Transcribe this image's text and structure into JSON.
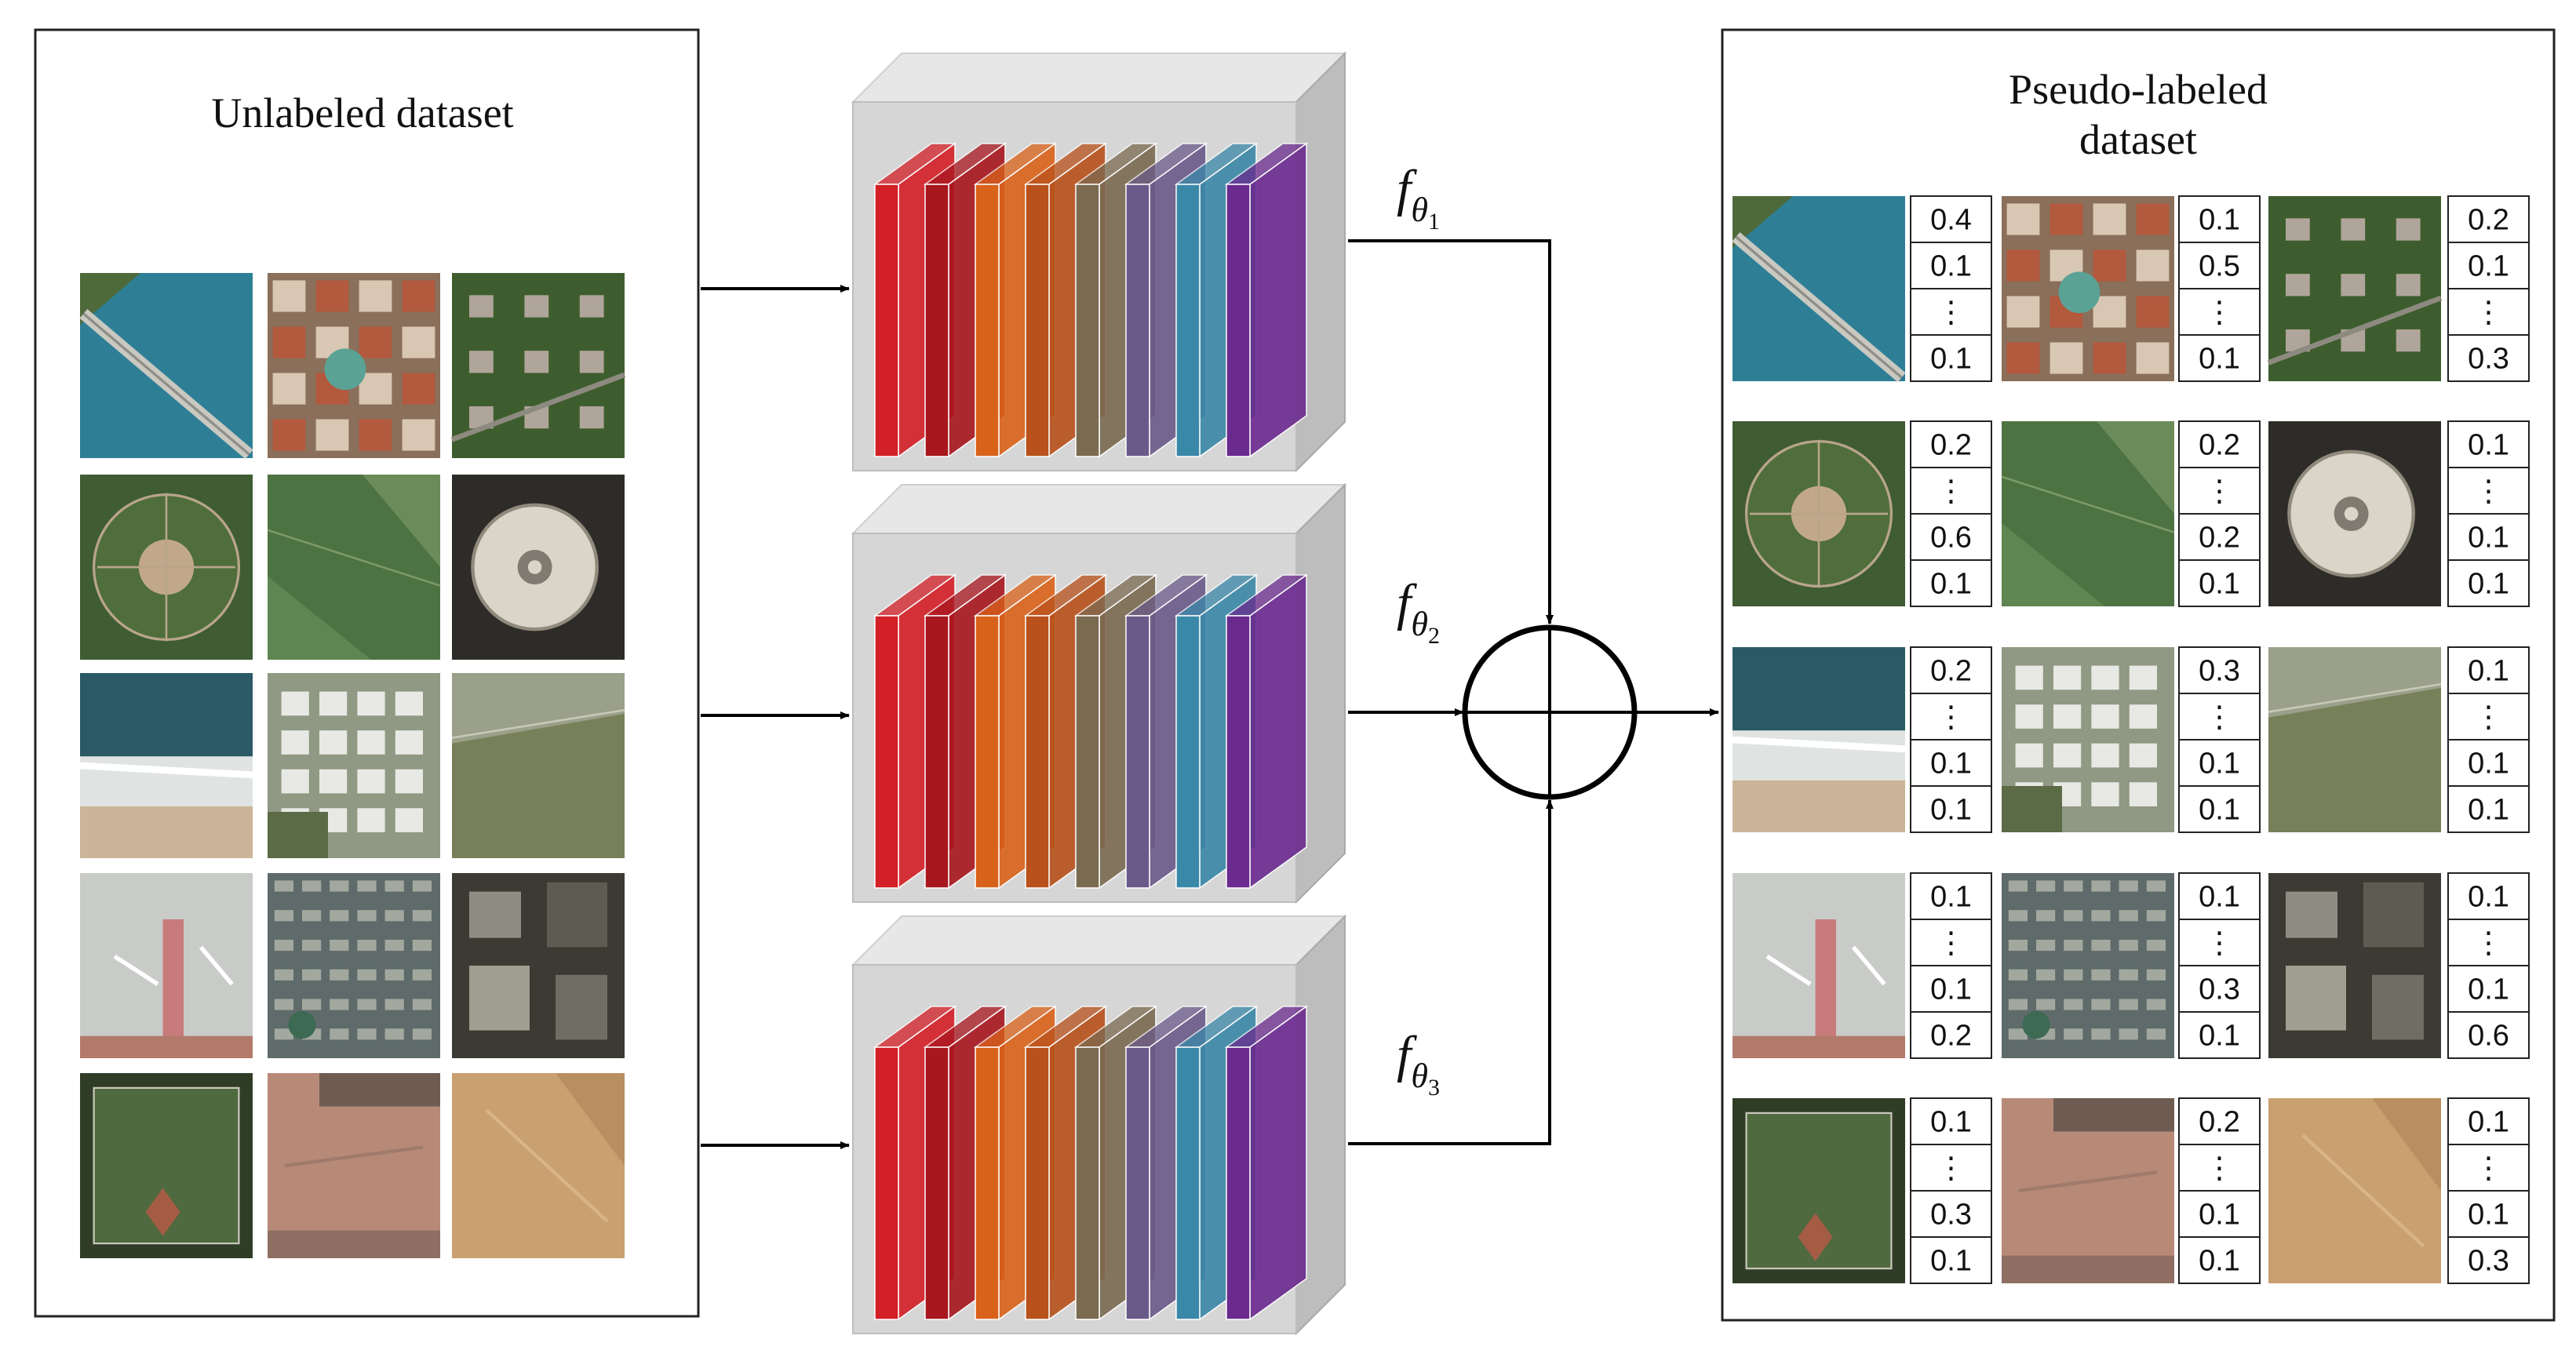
{
  "unlabeled": {
    "title": "Unlabeled dataset",
    "images": [
      [
        "river-bridge",
        "dense-residential",
        "medium-residential"
      ],
      [
        "circular-park",
        "farmland",
        "stadium"
      ],
      [
        "beach",
        "industrial",
        "meadow"
      ],
      [
        "airport",
        "sparse-residential",
        "commercial"
      ],
      [
        "baseball-diamond",
        "bare-land",
        "desert"
      ]
    ]
  },
  "models": [
    {
      "label_base": "f",
      "label_sub": "θ",
      "label_index": "1"
    },
    {
      "label_base": "f",
      "label_sub": "θ",
      "label_index": "2"
    },
    {
      "label_base": "f",
      "label_sub": "θ",
      "label_index": "3"
    }
  ],
  "layer_colors": [
    "#d31f26",
    "#a8161e",
    "#d9621a",
    "#b8511b",
    "#7a6a50",
    "#6a5a8a",
    "#3a88a8",
    "#6a2a8e"
  ],
  "pseudo": {
    "title_line1": "Pseudo-labeled",
    "title_line2": "dataset",
    "rows": [
      {
        "items": [
          {
            "image": "river-bridge",
            "values": [
              "0.4",
              "0.1",
              "⋮",
              "0.1"
            ]
          },
          {
            "image": "dense-residential",
            "values": [
              "0.1",
              "0.5",
              "⋮",
              "0.1"
            ]
          },
          {
            "image": "medium-residential",
            "values": [
              "0.2",
              "0.1",
              "⋮",
              "0.3"
            ]
          }
        ]
      },
      {
        "items": [
          {
            "image": "circular-park",
            "values": [
              "0.2",
              "⋮",
              "0.6",
              "0.1"
            ]
          },
          {
            "image": "farmland",
            "values": [
              "0.2",
              "⋮",
              "0.2",
              "0.1"
            ]
          },
          {
            "image": "stadium",
            "values": [
              "0.1",
              "⋮",
              "0.1",
              "0.1"
            ]
          }
        ]
      },
      {
        "items": [
          {
            "image": "beach",
            "values": [
              "0.2",
              "⋮",
              "0.1",
              "0.1"
            ]
          },
          {
            "image": "industrial",
            "values": [
              "0.3",
              "⋮",
              "0.1",
              "0.1"
            ]
          },
          {
            "image": "meadow",
            "values": [
              "0.1",
              "⋮",
              "0.1",
              "0.1"
            ]
          }
        ]
      },
      {
        "items": [
          {
            "image": "airport",
            "values": [
              "0.1",
              "⋮",
              "0.1",
              "0.2"
            ]
          },
          {
            "image": "sparse-residential",
            "values": [
              "0.1",
              "⋮",
              "0.3",
              "0.1"
            ]
          },
          {
            "image": "commercial",
            "values": [
              "0.1",
              "⋮",
              "0.1",
              "0.6"
            ]
          }
        ]
      },
      {
        "items": [
          {
            "image": "baseball-diamond",
            "values": [
              "0.1",
              "⋮",
              "0.3",
              "0.1"
            ]
          },
          {
            "image": "bare-land",
            "values": [
              "0.2",
              "⋮",
              "0.1",
              "0.1"
            ]
          },
          {
            "image": "desert",
            "values": [
              "0.1",
              "⋮",
              "0.1",
              "0.3"
            ]
          }
        ]
      }
    ]
  }
}
